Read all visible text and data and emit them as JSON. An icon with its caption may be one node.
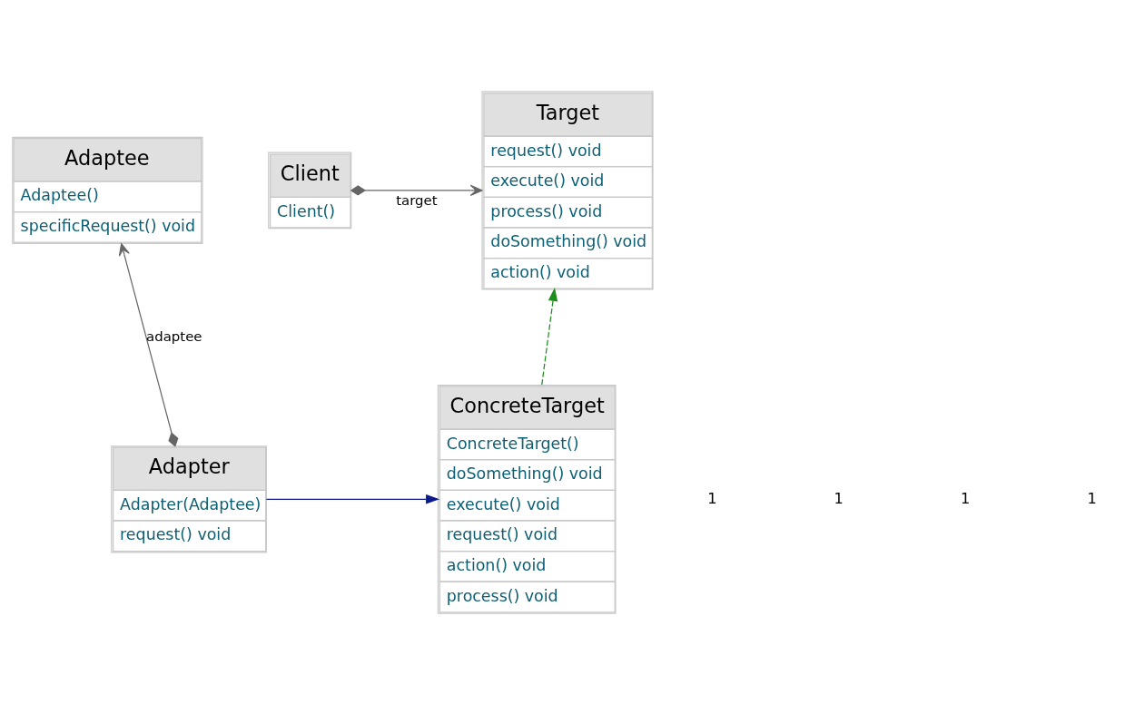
{
  "diagram": {
    "nodes": [
      {
        "text": [
          "Client",
          "Client()"
        ]
      },
      {
        "text": [
          "Target",
          "request() void",
          "execute() void",
          "process() void",
          "doSomething() void",
          "action() void"
        ]
      },
      {
        "text": [
          "Adaptee",
          "Adaptee()",
          "specificRequest() void"
        ]
      },
      {
        "text": [
          "ConcreteTarget",
          "ConcreteTarget()",
          "doSomething() void",
          "execute() void",
          "request() void",
          "action() void",
          "process() void"
        ]
      },
      {
        "text": [
          "Adapter",
          "Adapter(Adaptee)",
          "request() void"
        ]
      }
    ],
    "edges": [
      {
        "from": 0,
        "to": 1,
        "arrow": "to",
        "label": "target"
      },
      {
        "from": 3,
        "to": 1,
        "arrow": "to",
        "style": "dashed",
        "color": "#1e8c1e"
      },
      {
        "from": 4,
        "to": 2,
        "arrow": "to",
        "label": "adaptee"
      },
      {
        "from": 4,
        "to": 3,
        "arrow": "to",
        "color": "#0c1a8c"
      }
    ],
    "labels": [
      "1",
      "1",
      "1",
      "1"
    ]
  }
}
